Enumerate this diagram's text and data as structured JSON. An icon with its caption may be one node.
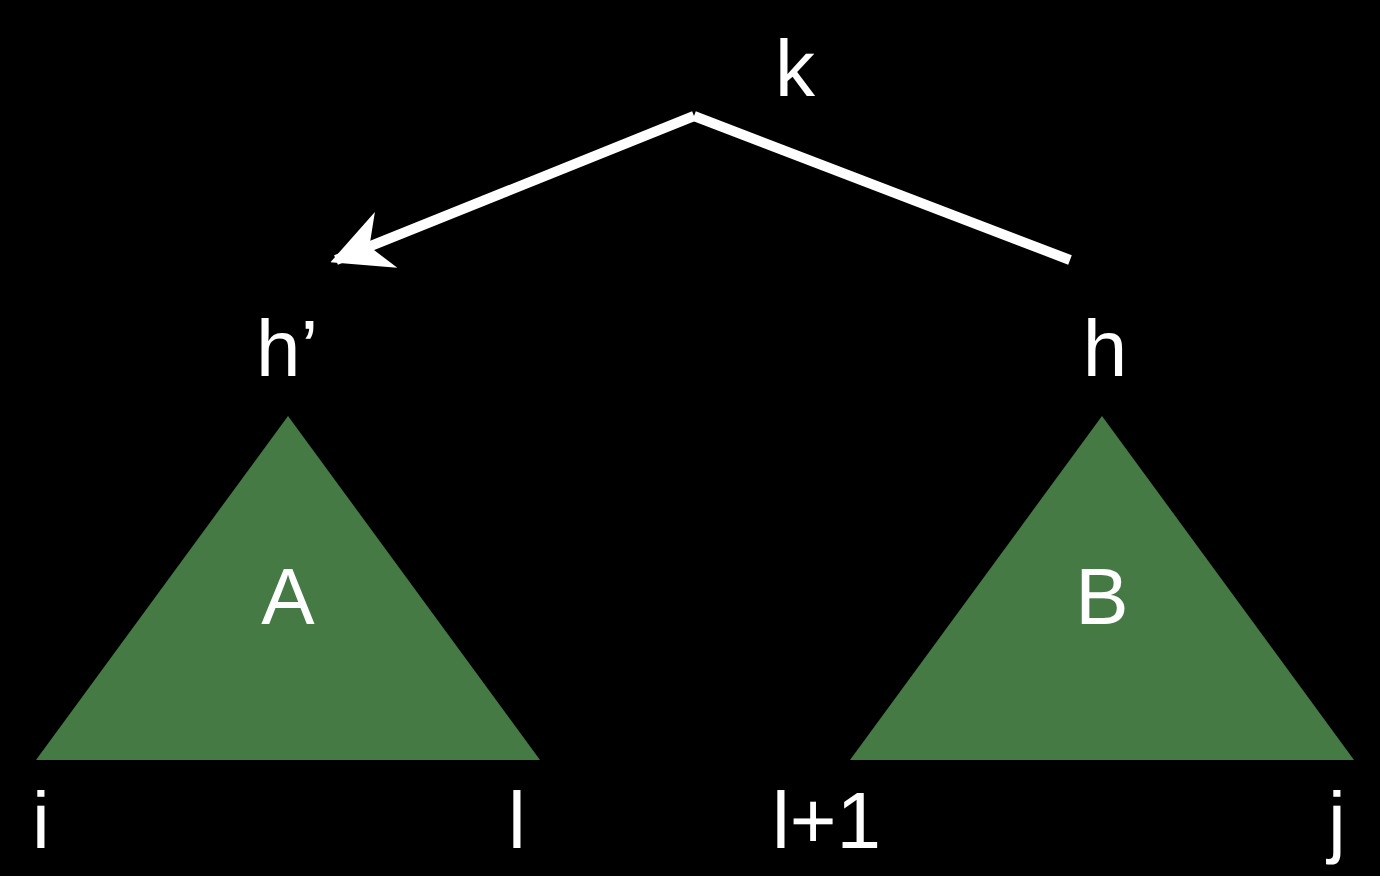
{
  "diagram": {
    "nodes": [
      {
        "text": [
          "k"
        ]
      },
      {
        "text": [
          "h’"
        ]
      },
      {
        "text": [
          "h"
        ]
      },
      {
        "text": [
          "A"
        ]
      },
      {
        "text": [
          "B"
        ]
      }
    ],
    "edges": [
      {
        "from": 0,
        "to": 1,
        "arrow": "to"
      },
      {
        "from": 0,
        "to": 2,
        "arrow": "none"
      }
    ],
    "labels": [
      "i",
      "l",
      "l+1",
      "j"
    ]
  }
}
